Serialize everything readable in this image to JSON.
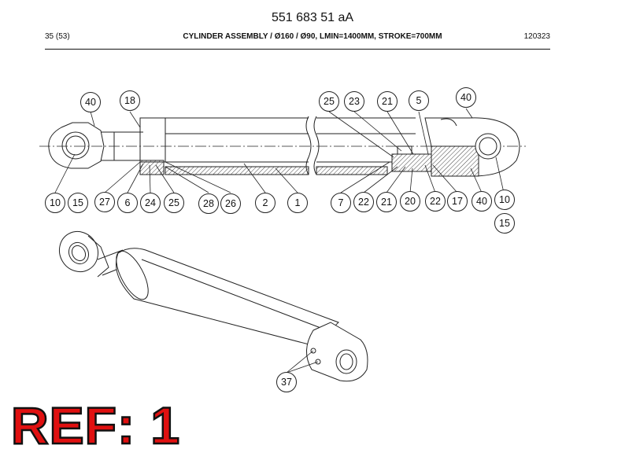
{
  "header": {
    "code": "551 683 51 aA",
    "page": "35 (53)",
    "title": "CYLINDER ASSEMBLY / Ø160 / Ø90, LMIN=1400MM, STROKE=700MM",
    "doc_id": "120323"
  },
  "balloons": {
    "top_left": [
      "40",
      "18"
    ],
    "top_right": [
      "25",
      "23",
      "21",
      "5",
      "40"
    ],
    "bottom_row": [
      "10",
      "15",
      "27",
      "6",
      "24",
      "25",
      "28",
      "26",
      "2",
      "1",
      "7",
      "22",
      "21",
      "20",
      "22",
      "17",
      "40",
      "10"
    ],
    "extra": [
      "15",
      "37"
    ]
  },
  "ref_label": "REF: 1"
}
